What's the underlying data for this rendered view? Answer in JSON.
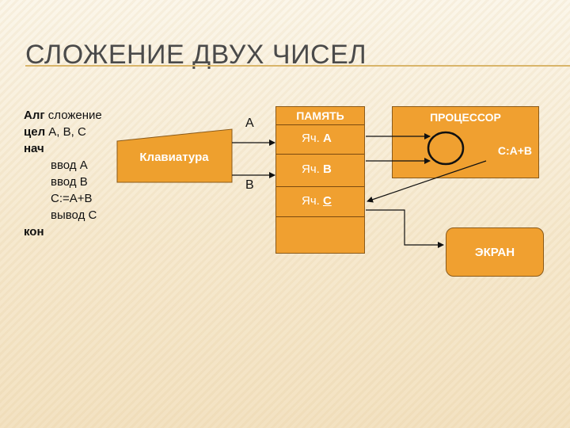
{
  "title": "СЛОЖЕНИЕ ДВУХ ЧИСЕЛ",
  "algorithm": {
    "line1_kw": "Алг",
    "line1_rest": " сложение",
    "line2_kw": "цел",
    "line2_rest": " А, В, С",
    "line3": "нач",
    "line4": "ввод А",
    "line5": "ввод В",
    "line6": "С:=А+В",
    "line7": "вывод С",
    "line8": "кон"
  },
  "keyboard": {
    "label": "Клавиатура"
  },
  "arrows": {
    "a_label": "А",
    "b_label": "В"
  },
  "memory": {
    "header": "ПАМЯТЬ",
    "cells": [
      {
        "prefix": "Яч. ",
        "name": "А"
      },
      {
        "prefix": "Яч. ",
        "name": "В"
      },
      {
        "prefix": "Яч. ",
        "name": "С"
      }
    ]
  },
  "processor": {
    "header": "ПРОЦЕССОР",
    "expression": "С:А+В"
  },
  "screen": {
    "label": "ЭКРАН"
  },
  "colors": {
    "block": "#f0a030",
    "keyboard": "#eea02e",
    "title_text": "#4a4a4a",
    "rule": "#d9b56a"
  }
}
